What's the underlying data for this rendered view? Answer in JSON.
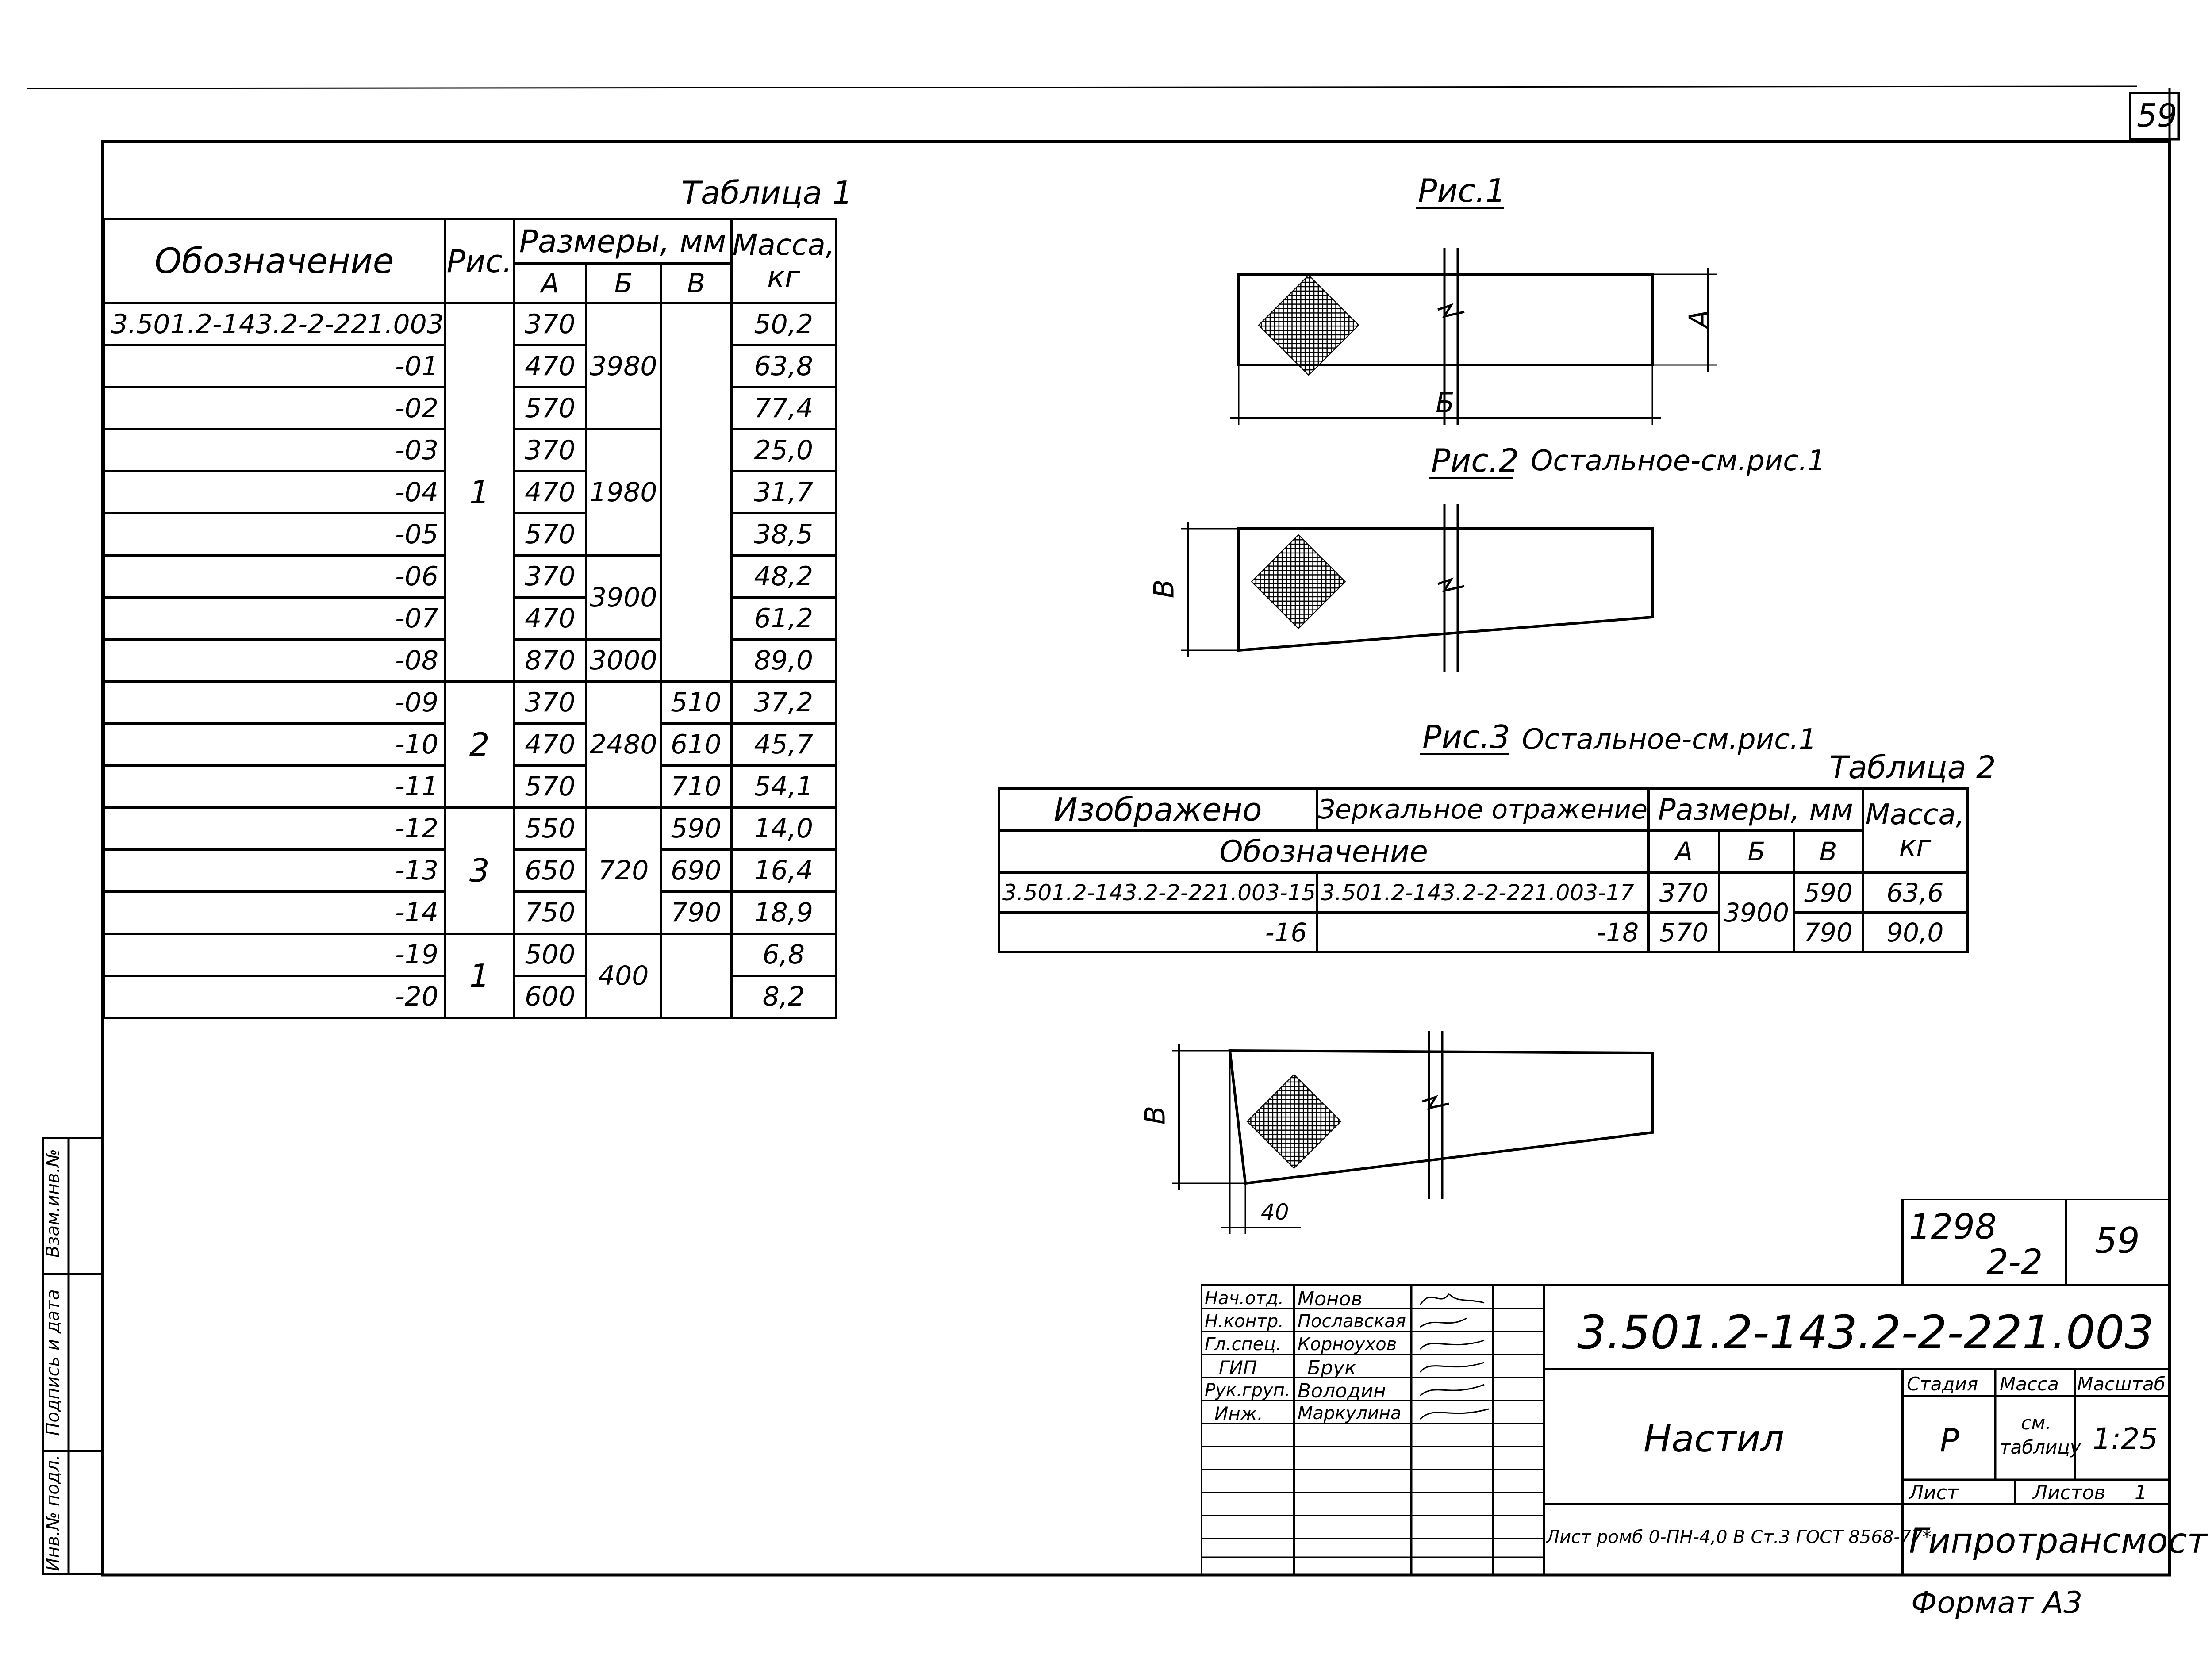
{
  "sheet_number": "59",
  "format_note": "Формат А3",
  "table1": {
    "title": "Таблица 1",
    "headers": {
      "designation": "Обозначение",
      "fig": "Рис.",
      "sizes": "Размеры, мм",
      "a": "А",
      "b": "Б",
      "v": "В",
      "mass": "Масса, кг"
    },
    "rows": [
      {
        "des": "3.501.2-143.2-2-221.003",
        "a": "370",
        "mass": "50,2"
      },
      {
        "des": "-01",
        "a": "470",
        "mass": "63,8"
      },
      {
        "des": "-02",
        "a": "570",
        "mass": "77,4"
      },
      {
        "des": "-03",
        "a": "370",
        "mass": "25,0"
      },
      {
        "des": "-04",
        "a": "470",
        "mass": "31,7"
      },
      {
        "des": "-05",
        "a": "570",
        "mass": "38,5"
      },
      {
        "des": "-06",
        "a": "370",
        "mass": "48,2"
      },
      {
        "des": "-07",
        "a": "470",
        "mass": "61,2"
      },
      {
        "des": "-08",
        "a": "870",
        "mass": "89,0"
      },
      {
        "des": "-09",
        "a": "370",
        "v": "510",
        "mass": "37,2"
      },
      {
        "des": "-10",
        "a": "470",
        "v": "610",
        "mass": "45,7"
      },
      {
        "des": "-11",
        "a": "570",
        "v": "710",
        "mass": "54,1"
      },
      {
        "des": "-12",
        "a": "550",
        "v": "590",
        "mass": "14,0"
      },
      {
        "des": "-13",
        "a": "650",
        "v": "690",
        "mass": "16,4"
      },
      {
        "des": "-14",
        "a": "750",
        "v": "790",
        "mass": "18,9"
      },
      {
        "des": "-19",
        "a": "500",
        "mass": "6,8"
      },
      {
        "des": "-20",
        "a": "600",
        "mass": "8,2"
      }
    ],
    "fig_groups": [
      "1",
      "2",
      "3",
      "1"
    ],
    "b_groups": [
      "3980",
      "1980",
      "3900",
      "3000",
      "2480",
      "720",
      "400"
    ]
  },
  "figures": {
    "fig1_title": "Рис.1",
    "fig2_title": "Рис.2",
    "fig2_note": "Остальное-см.рис.1",
    "fig3_title": "Рис.3",
    "fig3_note": "Остальное-см.рис.1",
    "dim_a": "А",
    "dim_b": "Б",
    "dim_v": "В",
    "dim_v3": "В",
    "dim_40": "40"
  },
  "table2": {
    "title": "Таблица 2",
    "headers": {
      "shown": "Изображено",
      "mirror": "Зеркальное отражение",
      "sizes": "Размеры, мм",
      "designation": "Обозначение",
      "a": "А",
      "b": "Б",
      "v": "В",
      "mass": "Масса, кг"
    },
    "rows": [
      {
        "shown": "3.501.2-143.2-2-221.003-15",
        "mirror": "3.501.2-143.2-2-221.003-17",
        "a": "370",
        "v": "590",
        "mass": "63,6"
      },
      {
        "shown": "-16",
        "mirror": "-18",
        "a": "570",
        "v": "790",
        "mass": "90,0"
      }
    ],
    "b_shared": "3900"
  },
  "stamp": {
    "album": "1298",
    "album_part": "2-2",
    "sheet": "59",
    "code": "3.501.2-143.2-2-221.003",
    "name": "Настил",
    "material": "Лист ромб 0-ПН-4,0 В Ст.3 ГОСТ 8568-77*",
    "org": "Гипротрансмост",
    "stage_label": "Стадия",
    "mass_label": "Масса",
    "scale_label": "Масштаб",
    "stage": "Р",
    "mass": "см. таблицу",
    "scale": "1:25",
    "sheet_label": "Лист",
    "sheets_label": "Листов",
    "sheets": "1",
    "people": [
      {
        "role": "Нач.отд.",
        "name": "Монов"
      },
      {
        "role": "Н.контр.",
        "name": "Пославская"
      },
      {
        "role": "Гл.спец.",
        "name": "Корноухов"
      },
      {
        "role": "ГИП",
        "name": "Брук"
      },
      {
        "role": "Рук.груп.",
        "name": "Володин"
      },
      {
        "role": "Инж.",
        "name": "Маркулина"
      }
    ]
  },
  "side_stamp": {
    "inv_orig": "Инв.№ подл.",
    "sign_date": "Подпись и дата",
    "inv_repl": "Взам.инв.№"
  }
}
